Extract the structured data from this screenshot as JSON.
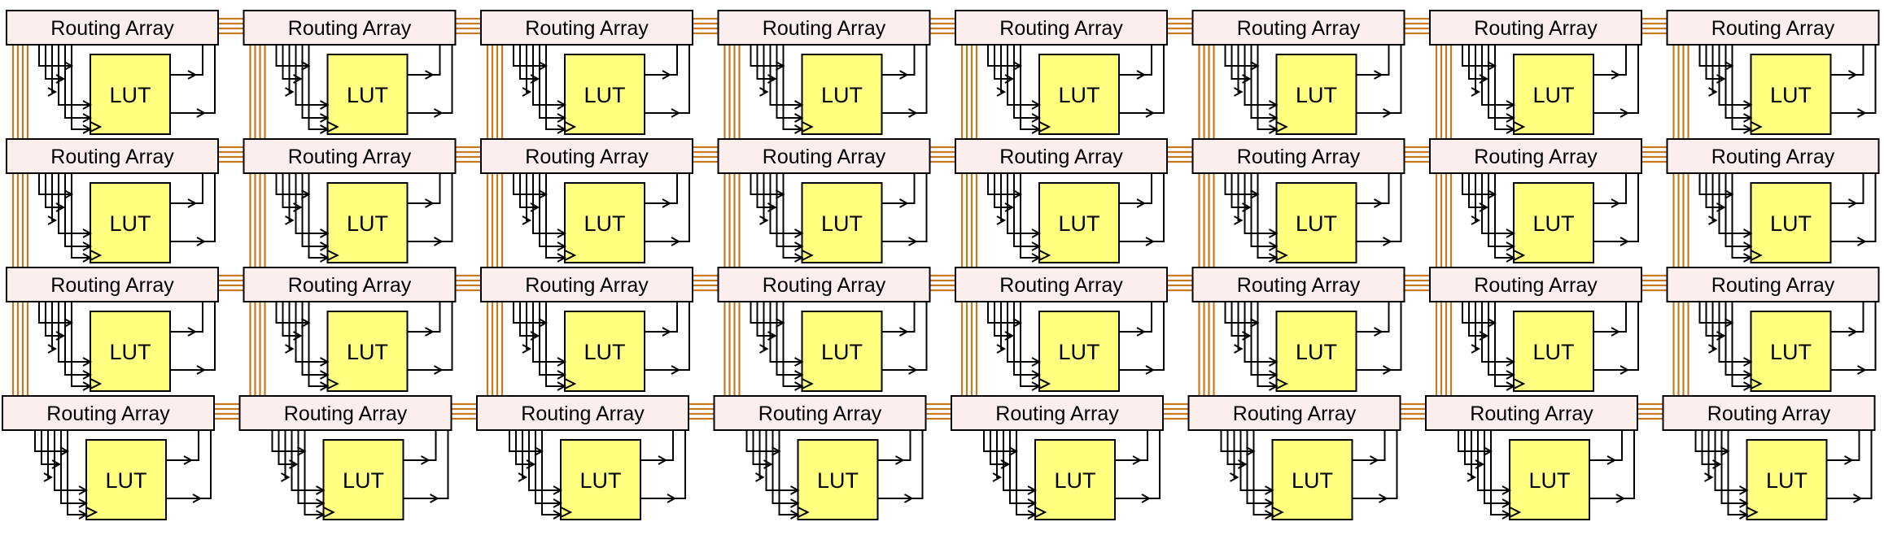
{
  "grid": {
    "rows": 4,
    "cols": 8
  },
  "labels": {
    "routing_array": "Routing Array",
    "lut": "LUT"
  },
  "colors": {
    "routing_fill": "#fdeeee",
    "lut_fill": "#ffff80",
    "bus": "#c8781e",
    "wire": "#000000"
  }
}
